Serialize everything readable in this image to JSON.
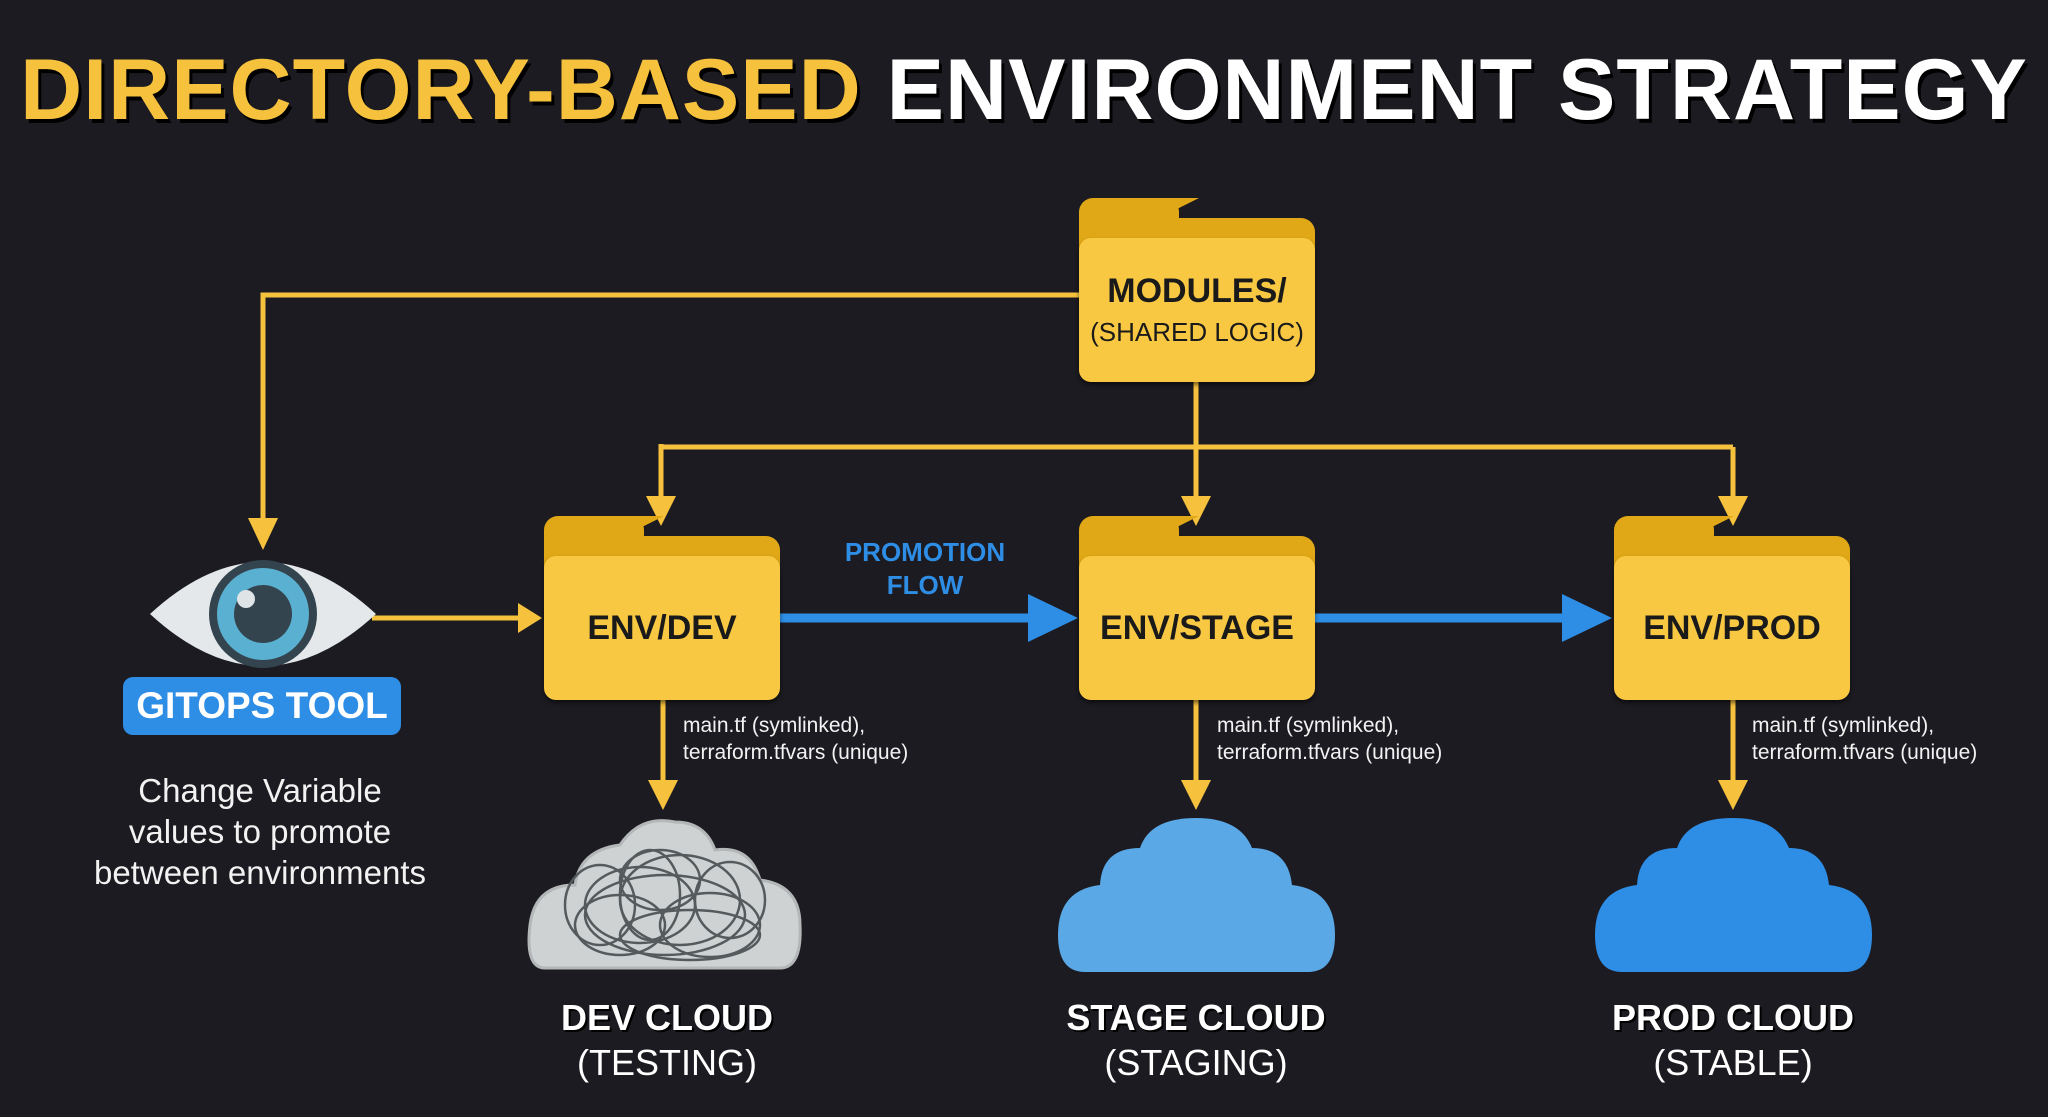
{
  "title": {
    "part1": "DIRECTORY-BASED",
    "part2": "ENVIRONMENT STRATEGY"
  },
  "colors": {
    "accent_yellow": "#f6c23e",
    "folder_yellow": "#f9c843",
    "flow_blue": "#2e8de4",
    "background": "#1c1b21"
  },
  "modules": {
    "label": "MODULES/",
    "sublabel": "(SHARED LOGIC)",
    "icon": "folder-icon"
  },
  "gitops": {
    "icon": "eye-icon",
    "label": "GITOPS TOOL",
    "note": [
      "Change Variable",
      "values to promote",
      "between environments"
    ]
  },
  "promotion": {
    "line1": "PROMOTION",
    "line2": "FLOW"
  },
  "environments": [
    {
      "folder": "ENV/DEV",
      "files": [
        "main.tf (symlinked),",
        "terraform.tfvars (unique)"
      ],
      "cloud": "DEV CLOUD",
      "cloud_status": "(TESTING)",
      "cloud_icon": "tangled-cloud-icon"
    },
    {
      "folder": "ENV/STAGE",
      "files": [
        "main.tf (symlinked),",
        "terraform.tfvars (unique)"
      ],
      "cloud": "STAGE CLOUD",
      "cloud_status": "(STAGING)",
      "cloud_icon": "cloud-icon"
    },
    {
      "folder": "ENV/PROD",
      "files": [
        "main.tf (symlinked),",
        "terraform.tfvars (unique)"
      ],
      "cloud": "PROD CLOUD",
      "cloud_status": "(STABLE)",
      "cloud_icon": "cloud-icon"
    }
  ]
}
